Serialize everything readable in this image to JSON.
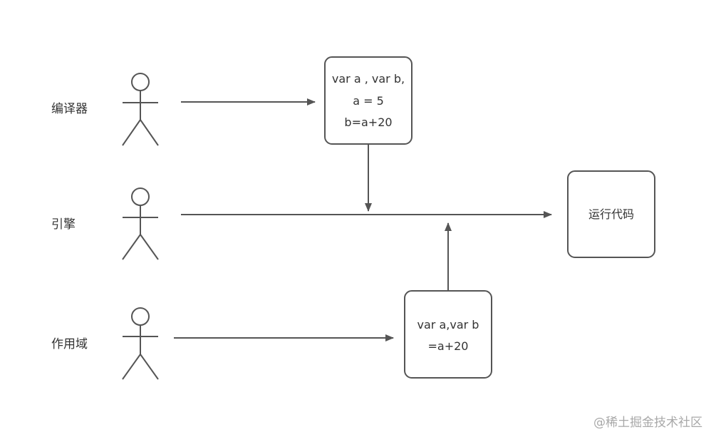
{
  "actors": [
    {
      "label": "编译器"
    },
    {
      "label": "引擎"
    },
    {
      "label": "作用域"
    }
  ],
  "boxes": {
    "compiler_output": {
      "lines": [
        "var a , var b,",
        "a = 5",
        "b=a+20"
      ]
    },
    "scope_output": {
      "lines": [
        "var a,var b",
        "=a+20"
      ]
    },
    "run_code": {
      "label": "运行代码"
    }
  },
  "watermark": "@稀土掘金技术社区",
  "colors": {
    "stroke": "#555555",
    "text": "#333333",
    "watermark": "#a8a8a8"
  }
}
